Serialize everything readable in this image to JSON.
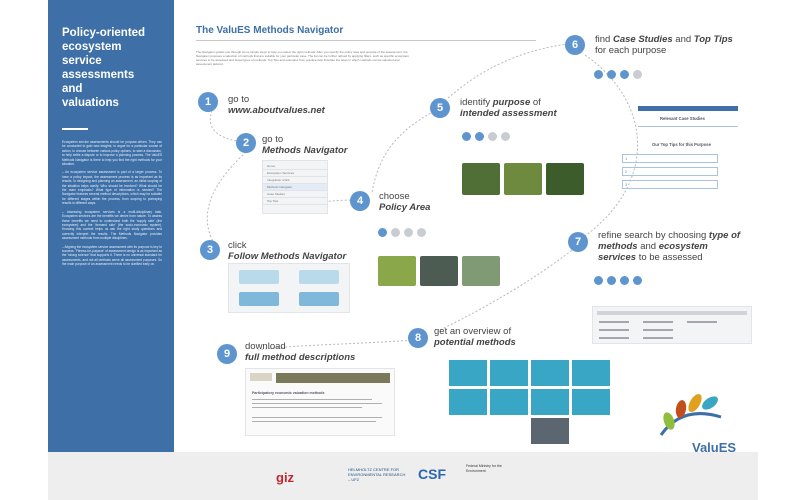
{
  "sidebar": {
    "title_lines": [
      "Policy-oriented",
      "ecosystem",
      "service",
      "assessments",
      "and",
      "valuations"
    ],
    "paragraphs": [
      "Ecosystem service assessments should be purpose-driven. They can be conducted to gain new insights, to argue for a particular course of action, to choose between various policy options, to start a discussion, to help settle a dispute or to improve a planning process. The ValuES Methods Navigator is there to help you find the right methods for your situation.",
      "– An ecosystem service assessment is part of a larger process. To have a policy impact, the assessment process is as important as its results. In designing and planning an assessment, an initial scoping of the situation helps clarify: Who should be involved? What should be the main emphasis? What type of information is needed? The Navigator features several method descriptions, which may be suitable for different stages within the process, from scoping to portraying results in different ways.",
      "– Assessing ecosystem services is a multi-disciplinary task. Ecosystem services are the benefits we derive from nature. To assess these benefits we need to understand both the 'supply side' (the ecosystem) and the 'demand side' (the socio-economic system). Knowing this context helps us ask the right study questions and correctly interpret the results. The Methods Navigator provides assessment methods from multiple disciplines.",
      "– Aligning the ecosystem service assessment with its purpose is key to success. 'Fitness-for-purpose' of assessment design is as important as the 'strong science' that supports it. There is no universal standard for assessments, and not all methods serve all assessment purposes. So the main purpose of an assessment needs to be clarified early on."
    ]
  },
  "main": {
    "title": "The ValuES Methods Navigator",
    "intro": "The Navigator guides you through some simple steps to help you select the right methods. After you specify the policy area and purpose of the assessment, the Navigator proposes a selection of methods that are suitable for your particular case. The list can be further refined by applying filters, such as specific ecosystem services to be assessed and broad types of methods. Top Tips and examples from practice help illustrate the ways in which methods can be selected and assessment tailored."
  },
  "steps": [
    {
      "n": "1",
      "pre": "go to",
      "em": "www.aboutvalues.net"
    },
    {
      "n": "2",
      "pre": "go to",
      "em": "Methods Navigator"
    },
    {
      "n": "3",
      "pre": "click",
      "em": "Follow Methods Navigator"
    },
    {
      "n": "4",
      "pre": "choose",
      "em": "Policy Area"
    },
    {
      "n": "5",
      "pre": "identify",
      "em": "purpose",
      "post": "of",
      "em2": "intended assessment"
    },
    {
      "n": "6",
      "pre": "find",
      "em": "Case Studies",
      "post": "and",
      "em2": "Top Tips",
      "post2": "for each purpose"
    },
    {
      "n": "7",
      "pre": "refine search by choosing",
      "em": "type of methods",
      "post": "and",
      "em2": "ecosystem services",
      "post2": "to be assessed"
    },
    {
      "n": "8",
      "pre": "get an overview of",
      "em": "potential methods"
    },
    {
      "n": "9",
      "pre": "download",
      "em": "full method descriptions"
    }
  ],
  "menu_items": [
    "Home",
    "Ecosystem Services",
    "Integration of ES",
    "Methods Navigator",
    "Case Studies",
    "Top Tips"
  ],
  "case_panel": {
    "studies": "Relevant Case Studies",
    "tips": "Our Top Tips for this Purpose",
    "tip_nums": [
      "1",
      "2",
      "3"
    ]
  },
  "doc_preview": {
    "heading": "Participatory economic valuation methods"
  },
  "footer": {
    "giz": "giz",
    "helmholtz": "HELMHOLTZ CENTRE FOR ENVIRONMENTAL RESEARCH – UFZ",
    "csf": "CSF",
    "ministry": "Federal Ministry for the Environment"
  },
  "brand": "ValuES",
  "colors": {
    "primary": "#3e6fa6",
    "accent": "#5e95cf",
    "tile": "#3aa6c6"
  }
}
